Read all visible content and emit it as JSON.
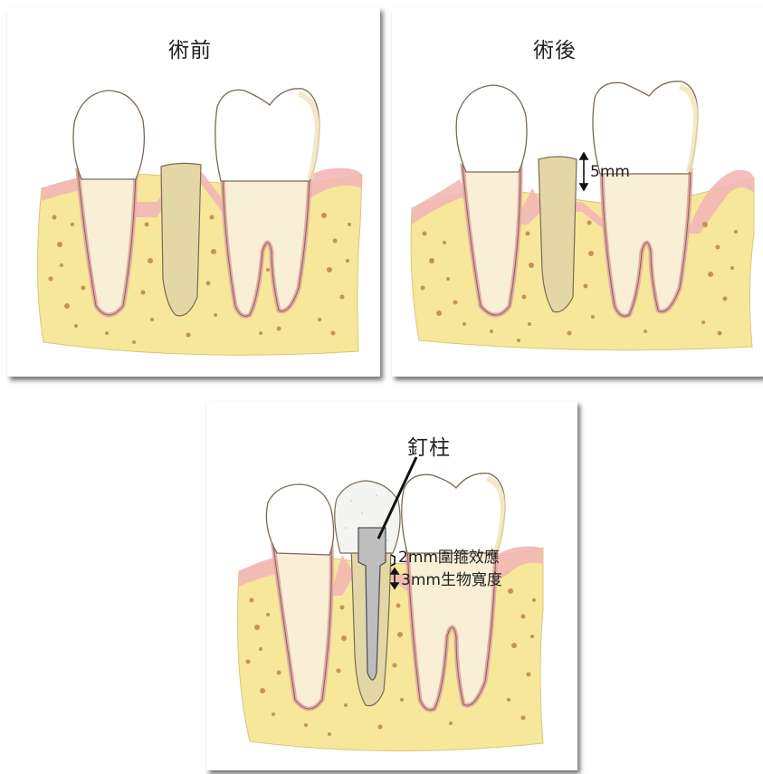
{
  "panels": {
    "before": {
      "title": "術前"
    },
    "after": {
      "title": "術後",
      "measure": "5mm"
    },
    "post": {
      "title": "釘柱",
      "ferrule": "2mm圍箍效應",
      "biologic": "3mm生物寬度"
    }
  },
  "colors": {
    "bone": "#f7e79a",
    "bone_spots": "#c4925a",
    "gum": "#f2b7b5",
    "root": "#f8efd6",
    "crown": "#ffffff",
    "residual_root": "#e4d7a6",
    "post": "#bdbdbd",
    "outline": "#7a6a55"
  }
}
